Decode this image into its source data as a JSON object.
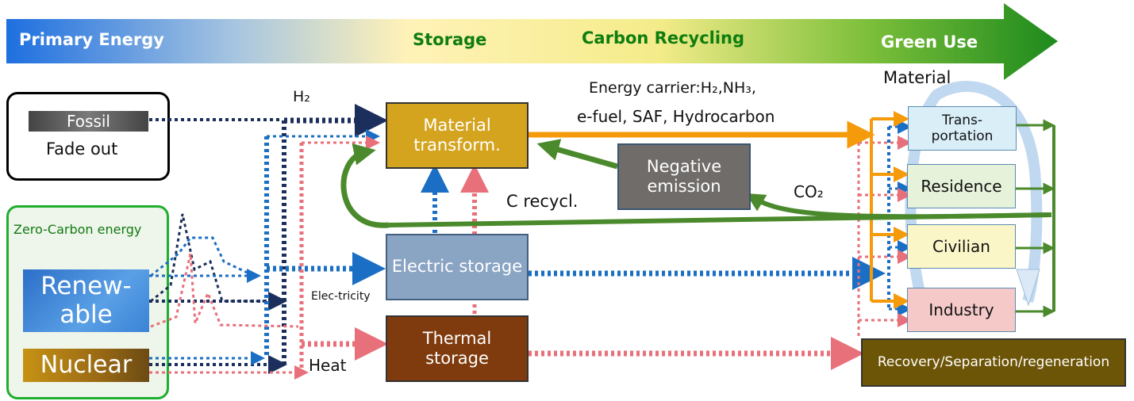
{
  "header": {
    "stages": [
      "Primary Energy",
      "Storage",
      "Carbon Recycling",
      "Green Use"
    ],
    "colors": {
      "start": "#1e6fe0",
      "mid": "#fff6c0",
      "end": "#1e8a1e"
    }
  },
  "sources": {
    "fossil": {
      "label": "Fossil",
      "sublabel": "Fade out"
    },
    "zero_carbon": {
      "title": "Zero-Carbon energy",
      "renewable": "Renew-\nable",
      "nuclear": "Nuclear"
    }
  },
  "carriers": {
    "h2": "H₂",
    "electricity": "Elec-tricity",
    "heat": "Heat"
  },
  "storage": {
    "material": "Material\ntransform.",
    "electric": "Electric storage",
    "thermal": "Thermal\nstorage"
  },
  "recycling": {
    "negative": "Negative\nemission",
    "c_recycl": "C recycl.",
    "co2": "CO₂",
    "energy_carrier_line1": "Energy carrier:H₂,NH₃,",
    "energy_carrier_line2": "e-fuel, SAF, Hydrocarbon"
  },
  "uses": {
    "material": "Material",
    "items": [
      "Trans-\nportation",
      "Residence",
      "Civilian",
      "Industry"
    ],
    "recovery": "Recovery/Separation/regeneration"
  }
}
